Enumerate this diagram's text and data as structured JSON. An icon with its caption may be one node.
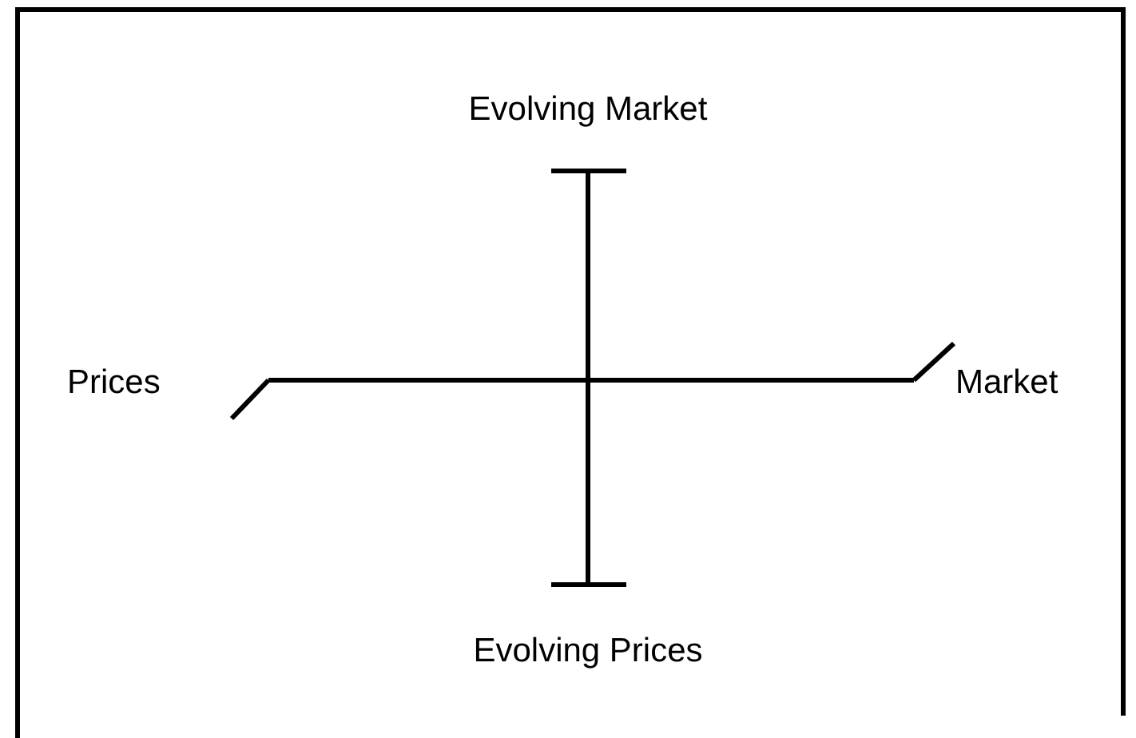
{
  "diagram": {
    "labels": [
      "Evolving Market",
      "Prices",
      "Market",
      "Evolving Prices"
    ]
  }
}
